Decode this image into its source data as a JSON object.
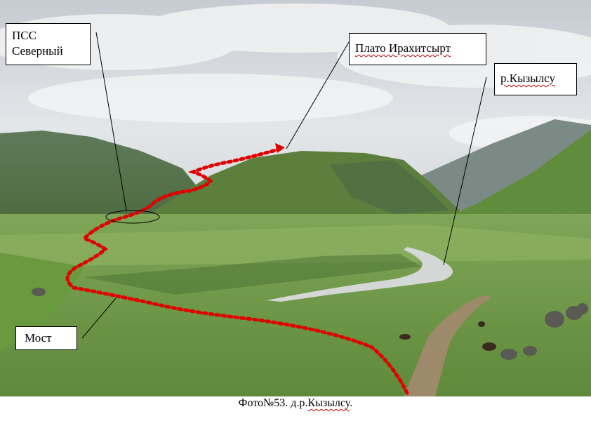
{
  "labels": {
    "pss_line1": "ПСС",
    "pss_line2": "Северный",
    "plateau": "Плато Ирахитсырт",
    "river": "р.Кызылсу",
    "bridge": "Мост"
  },
  "caption": {
    "prefix": "Фото№53. д.р.",
    "place": "Кызылсу",
    "suffix": "."
  },
  "colors": {
    "route": "#e00000",
    "sky": "#d9dde2",
    "grass": "#6f9a4a",
    "river": "#cfd6d8"
  }
}
